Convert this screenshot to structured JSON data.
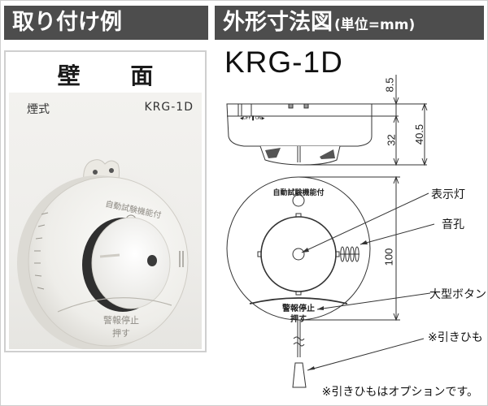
{
  "left_section": {
    "header": "取り付け例",
    "panel_title": "壁 面",
    "photo": {
      "type_label": "煙式",
      "model_label": "KRG-1D",
      "device_top_text": "自動試験機能付",
      "button_text_line1": "警報停止",
      "button_text_line2": "押す"
    }
  },
  "right_section": {
    "header": "外形寸法図",
    "header_unit": "(単位=mm)",
    "model": "KRG-1D",
    "side_view": {
      "dimensions": {
        "top_height": "8.5",
        "body_height": "32",
        "total_height": "40.5"
      }
    },
    "front_view": {
      "device_top_text": "自動試験機能付",
      "button_text_line1": "警報停止",
      "button_text_line2": "押す",
      "diameter": "100",
      "callouts": {
        "indicator_lamp": "表示灯",
        "sound_hole": "音孔",
        "large_button": "大型ボタン",
        "pull_cord": "※引きひも"
      }
    },
    "footnote": "※引きひもはオプションです。"
  },
  "colors": {
    "header_bg": "#4d4d4d",
    "header_text": "#ffffff",
    "panel_border": "#cfcfcf",
    "wall": "#efeeeb",
    "line": "#333333"
  }
}
